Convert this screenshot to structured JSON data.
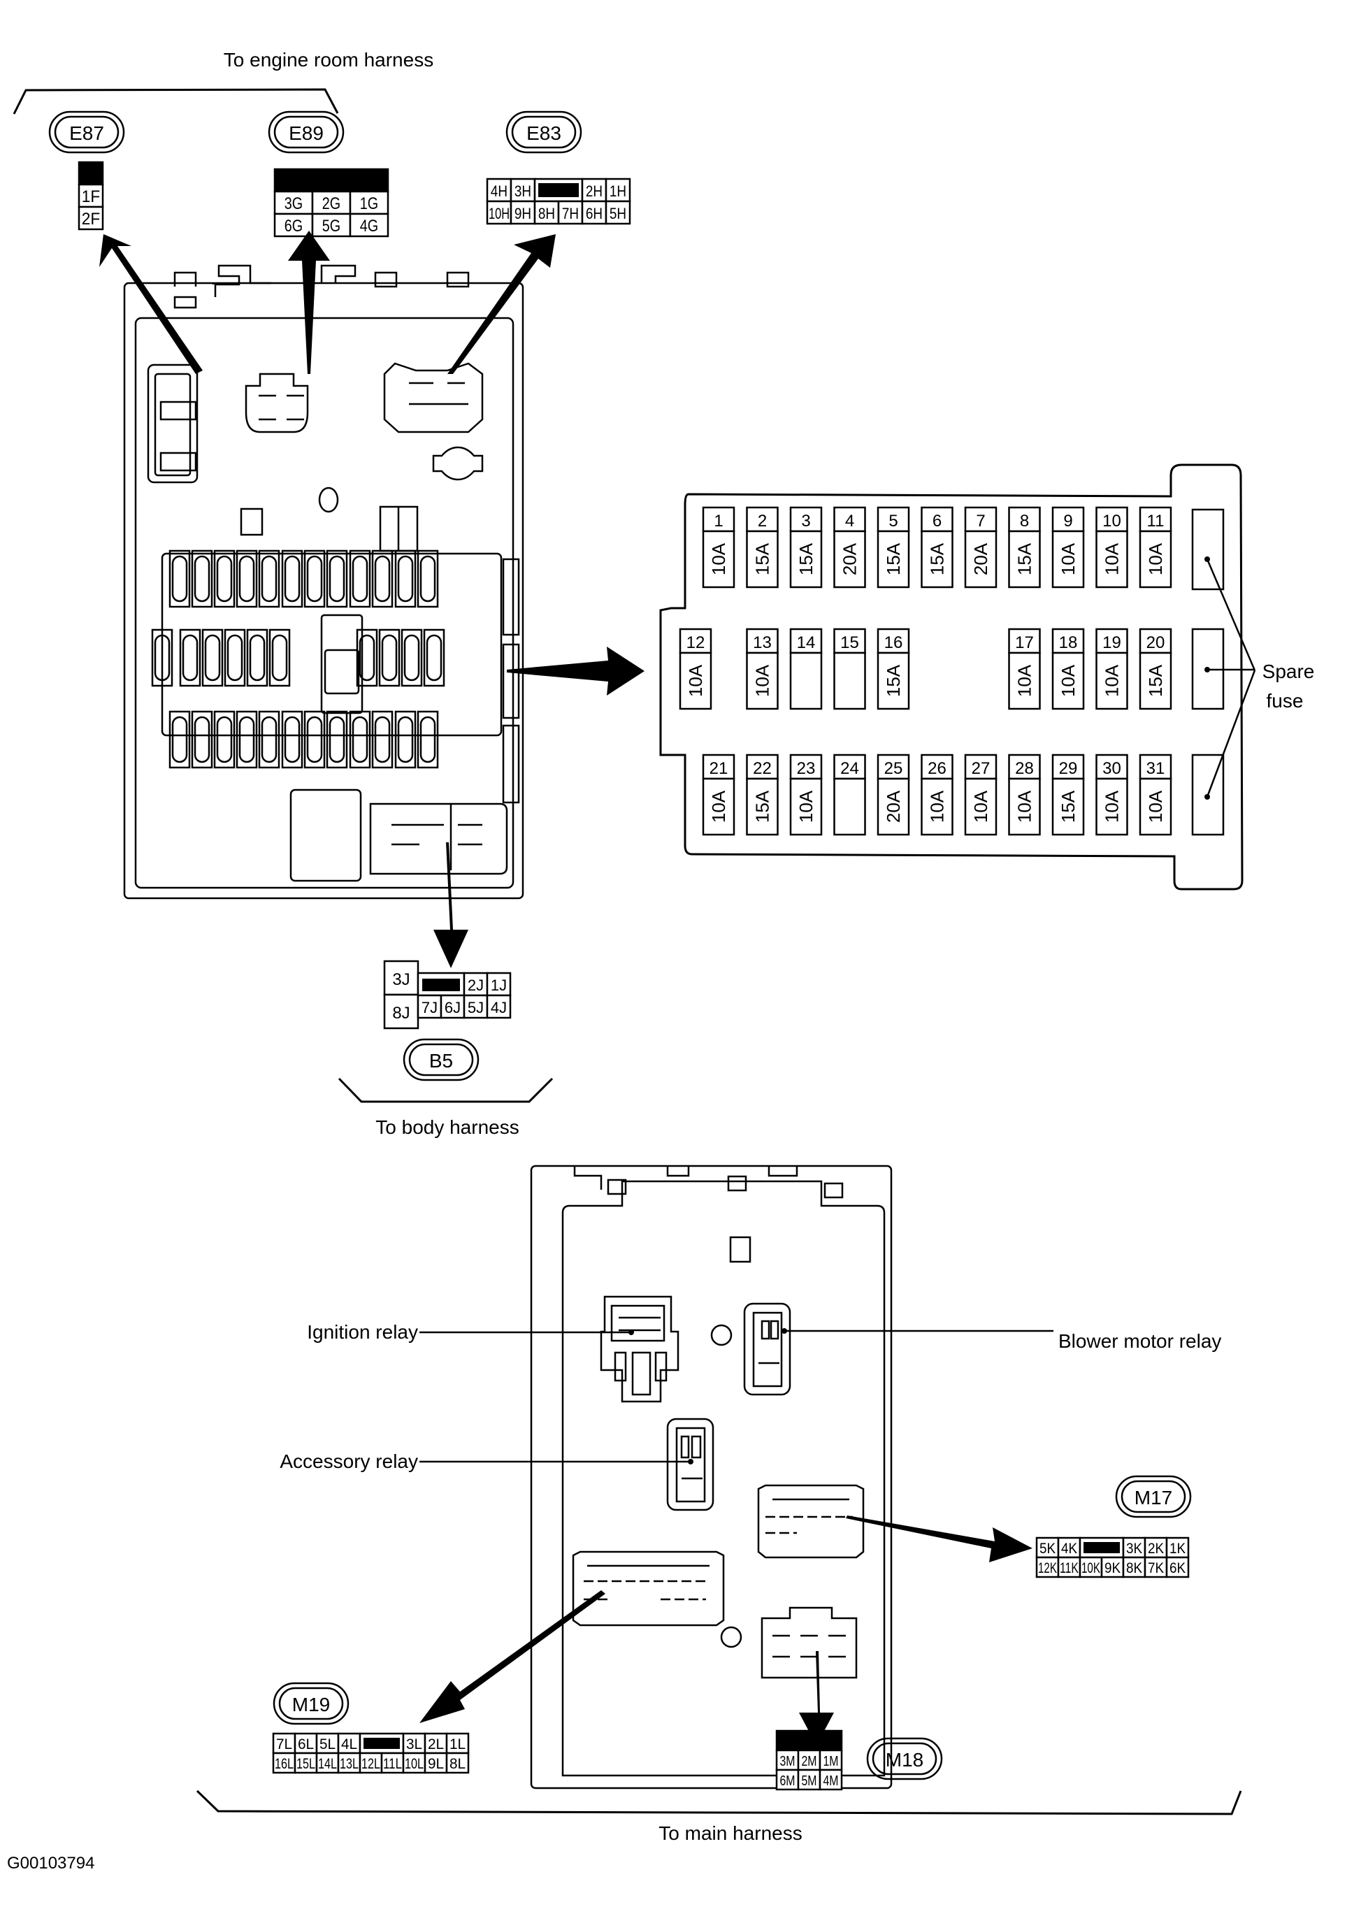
{
  "figure_id": "G00103794",
  "harness_labels": {
    "engine_room": "To engine room harness",
    "body": "To body harness",
    "main": "To main harness"
  },
  "connectors": {
    "E87": {
      "id": "E87",
      "rows": [
        [
          "#"
        ],
        [
          "1F"
        ],
        [
          "2F"
        ]
      ]
    },
    "E89": {
      "id": "E89",
      "rows": [
        [
          "#",
          "#",
          "#"
        ],
        [
          "3G",
          "2G",
          "1G"
        ],
        [
          "6G",
          "5G",
          "4G"
        ]
      ]
    },
    "E83": {
      "id": "E83",
      "rows": [
        [
          "4H",
          "3H",
          "#",
          "#",
          "2H",
          "1H"
        ],
        [
          "10H",
          "9H",
          "8H",
          "7H",
          "6H",
          "5H"
        ]
      ]
    },
    "B5": {
      "id": "B5",
      "left": [
        "3J",
        "8J"
      ],
      "rows": [
        [
          "#",
          "#",
          "2J",
          "1J"
        ],
        [
          "7J",
          "6J",
          "5J",
          "4J"
        ]
      ]
    },
    "M17": {
      "id": "M17",
      "rows": [
        [
          "5K",
          "4K",
          "#",
          "#",
          "3K",
          "2K",
          "1K"
        ],
        [
          "12K",
          "11K",
          "10K",
          "9K",
          "8K",
          "7K",
          "6K"
        ]
      ]
    },
    "M18": {
      "id": "M18",
      "rows": [
        [
          "#",
          "#",
          "#"
        ],
        [
          "3M",
          "2M",
          "1M"
        ],
        [
          "6M",
          "5M",
          "4M"
        ]
      ]
    },
    "M19": {
      "id": "M19",
      "rows": [
        [
          "7L",
          "6L",
          "5L",
          "4L",
          "#",
          "#",
          "3L",
          "2L",
          "1L"
        ],
        [
          "16L",
          "15L",
          "14L",
          "13L",
          "12L",
          "11L",
          "10L",
          "9L",
          "8L"
        ]
      ]
    }
  },
  "fuse_panel": {
    "row1": [
      {
        "no": "1",
        "rating": "10A"
      },
      {
        "no": "2",
        "rating": "15A"
      },
      {
        "no": "3",
        "rating": "15A"
      },
      {
        "no": "4",
        "rating": "20A"
      },
      {
        "no": "5",
        "rating": "15A"
      },
      {
        "no": "6",
        "rating": "15A"
      },
      {
        "no": "7",
        "rating": "20A"
      },
      {
        "no": "8",
        "rating": "15A"
      },
      {
        "no": "9",
        "rating": "10A"
      },
      {
        "no": "10",
        "rating": "10A"
      },
      {
        "no": "11",
        "rating": "10A"
      }
    ],
    "row2_left": [
      {
        "no": "12",
        "rating": "10A"
      }
    ],
    "row2_mid": [
      {
        "no": "13",
        "rating": "10A"
      },
      {
        "no": "14",
        "rating": ""
      },
      {
        "no": "15",
        "rating": ""
      },
      {
        "no": "16",
        "rating": "15A"
      }
    ],
    "row2_right": [
      {
        "no": "17",
        "rating": "10A"
      },
      {
        "no": "18",
        "rating": "10A"
      },
      {
        "no": "19",
        "rating": "10A"
      },
      {
        "no": "20",
        "rating": "15A"
      }
    ],
    "row3": [
      {
        "no": "21",
        "rating": "10A"
      },
      {
        "no": "22",
        "rating": "15A"
      },
      {
        "no": "23",
        "rating": "10A"
      },
      {
        "no": "24",
        "rating": ""
      },
      {
        "no": "25",
        "rating": "20A"
      },
      {
        "no": "26",
        "rating": "10A"
      },
      {
        "no": "27",
        "rating": "10A"
      },
      {
        "no": "28",
        "rating": "10A"
      },
      {
        "no": "29",
        "rating": "15A"
      },
      {
        "no": "30",
        "rating": "10A"
      },
      {
        "no": "31",
        "rating": "10A"
      }
    ],
    "spare_label_line1": "Spare",
    "spare_label_line2": "fuse"
  },
  "relays": {
    "ignition": "Ignition relay",
    "accessory": "Accessory relay",
    "blower_motor": "Blower motor relay"
  }
}
